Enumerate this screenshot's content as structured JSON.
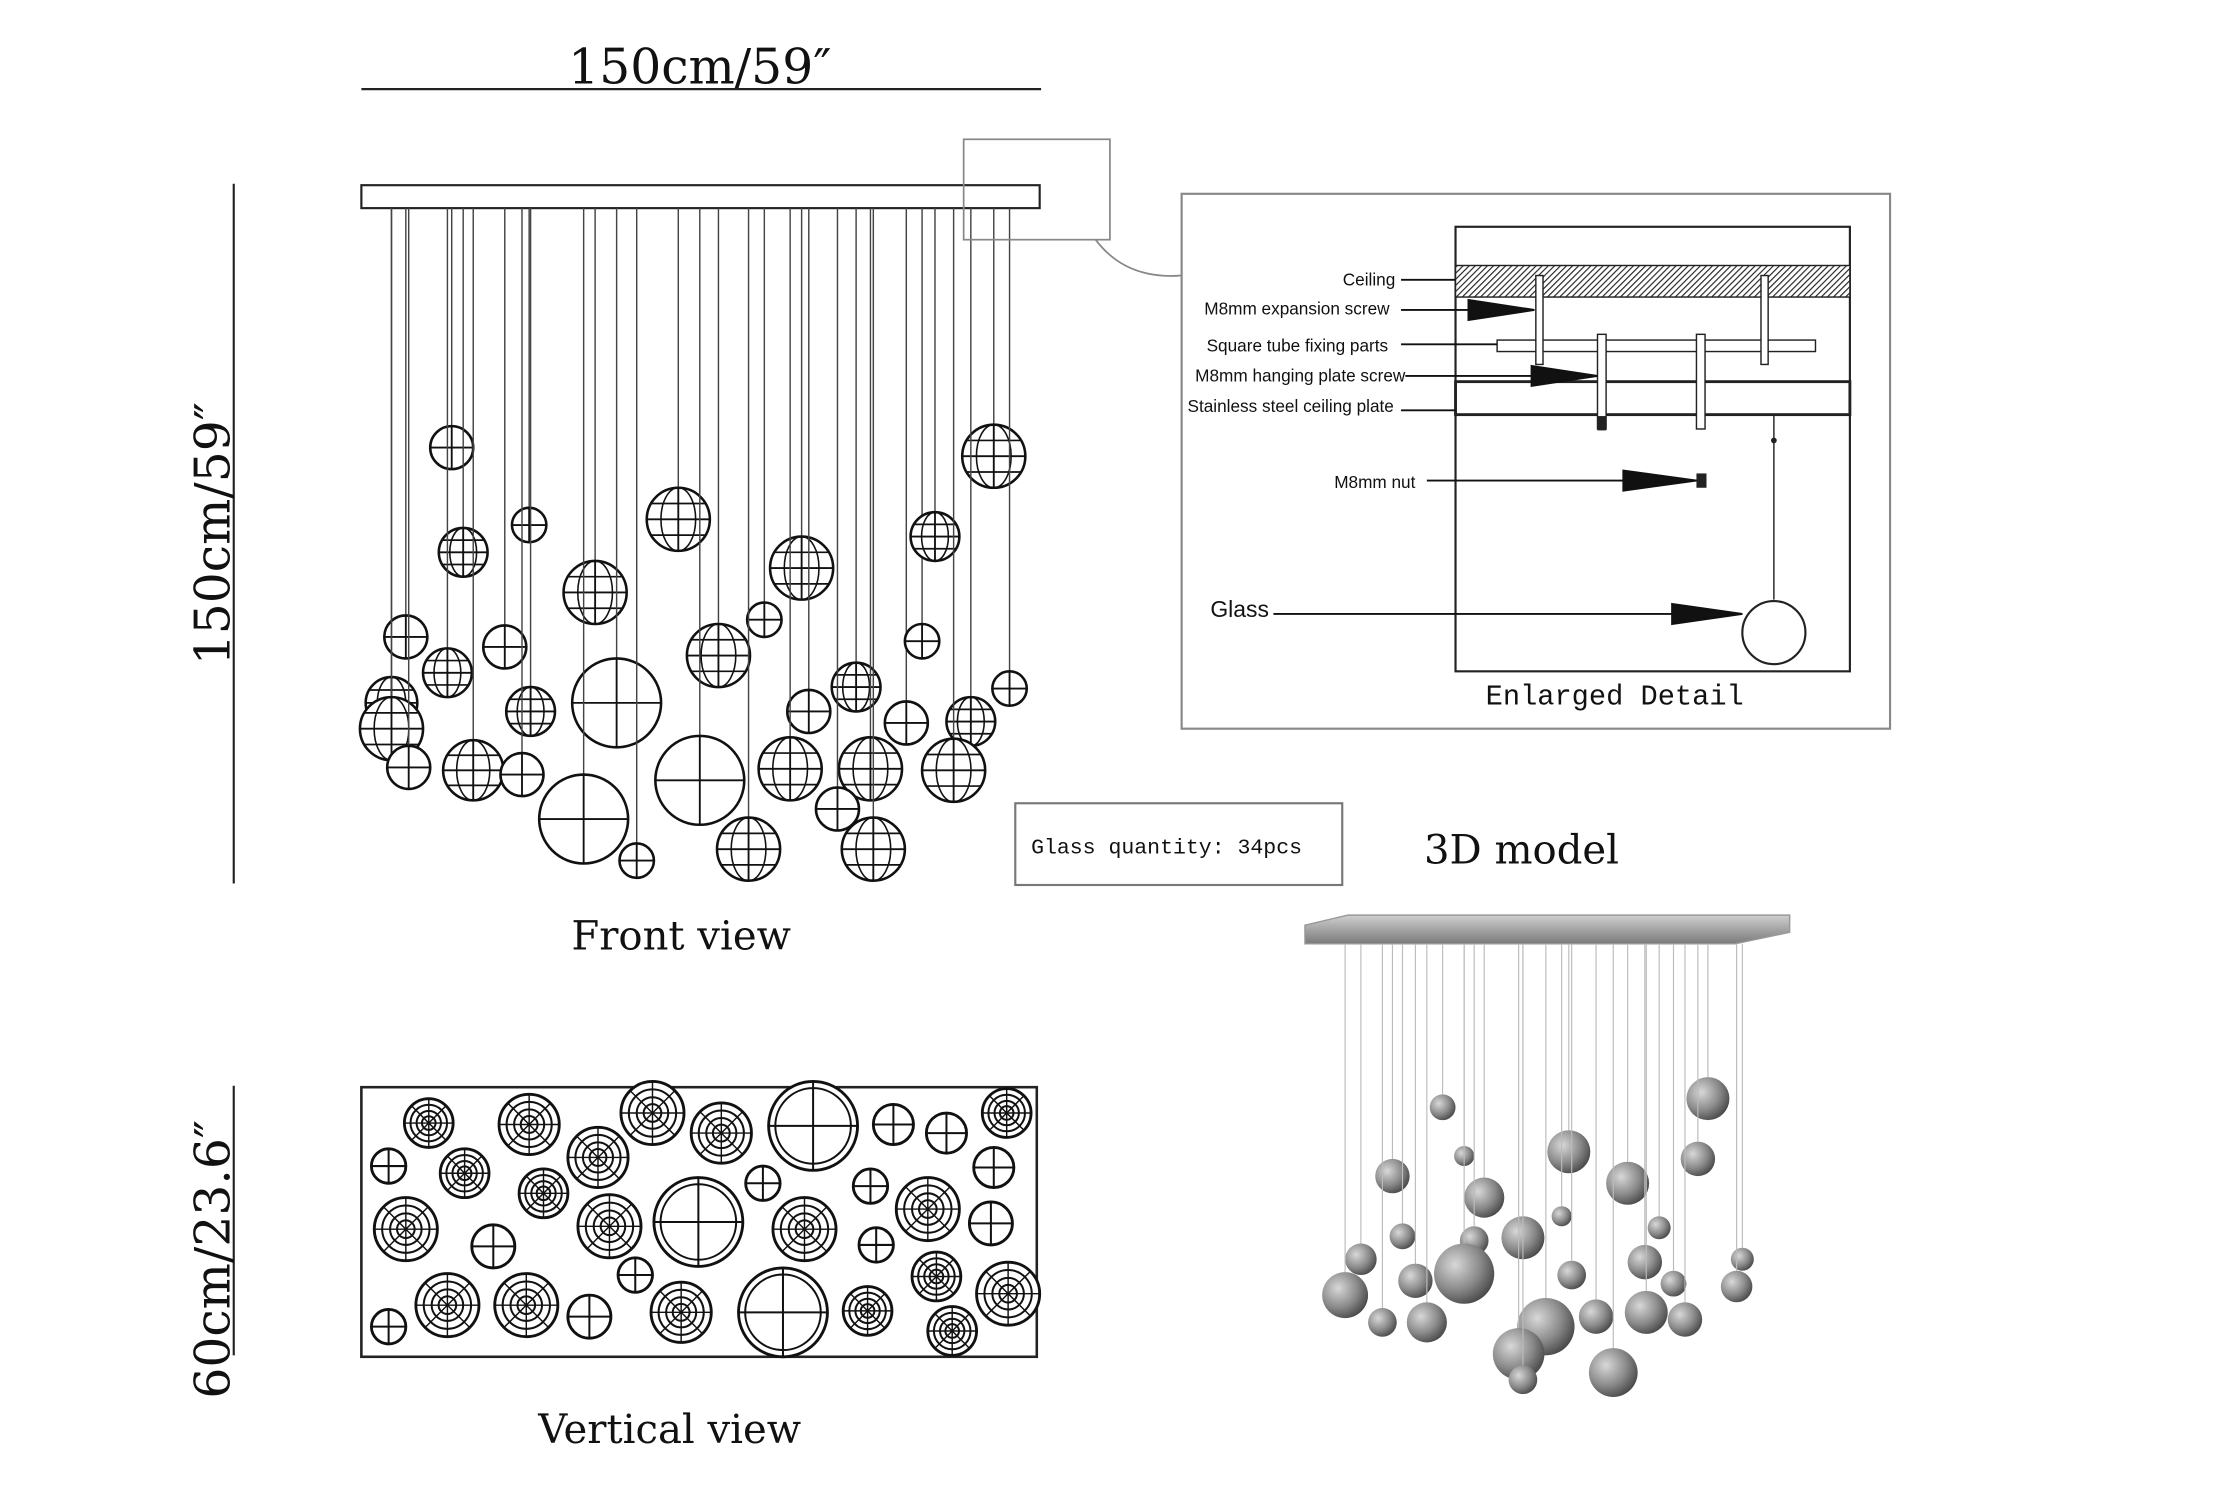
{
  "dimensions": {
    "width_label": "150cm/59″",
    "height_label": "150cm/59″",
    "depth_label": "60cm/23.6″"
  },
  "views": {
    "front": "Front view",
    "vertical": "Vertical view",
    "model": "3D model"
  },
  "detail": {
    "title": "Enlarged Detail",
    "labels": {
      "ceiling": "Ceiling",
      "expansion_screw": "M8mm expansion screw",
      "square_tube": "Square tube fixing parts",
      "hanging_screw": "M8mm hanging plate screw",
      "ceiling_plate": "Stainless steel ceiling plate",
      "nut": "M8mm nut",
      "glass": "Glass"
    }
  },
  "glass_quantity": "Glass quantity: 34pcs",
  "colors": {
    "line": "#1a1a1a",
    "frame": "#7a7a7a",
    "model_grey": "#8a8a8a"
  }
}
